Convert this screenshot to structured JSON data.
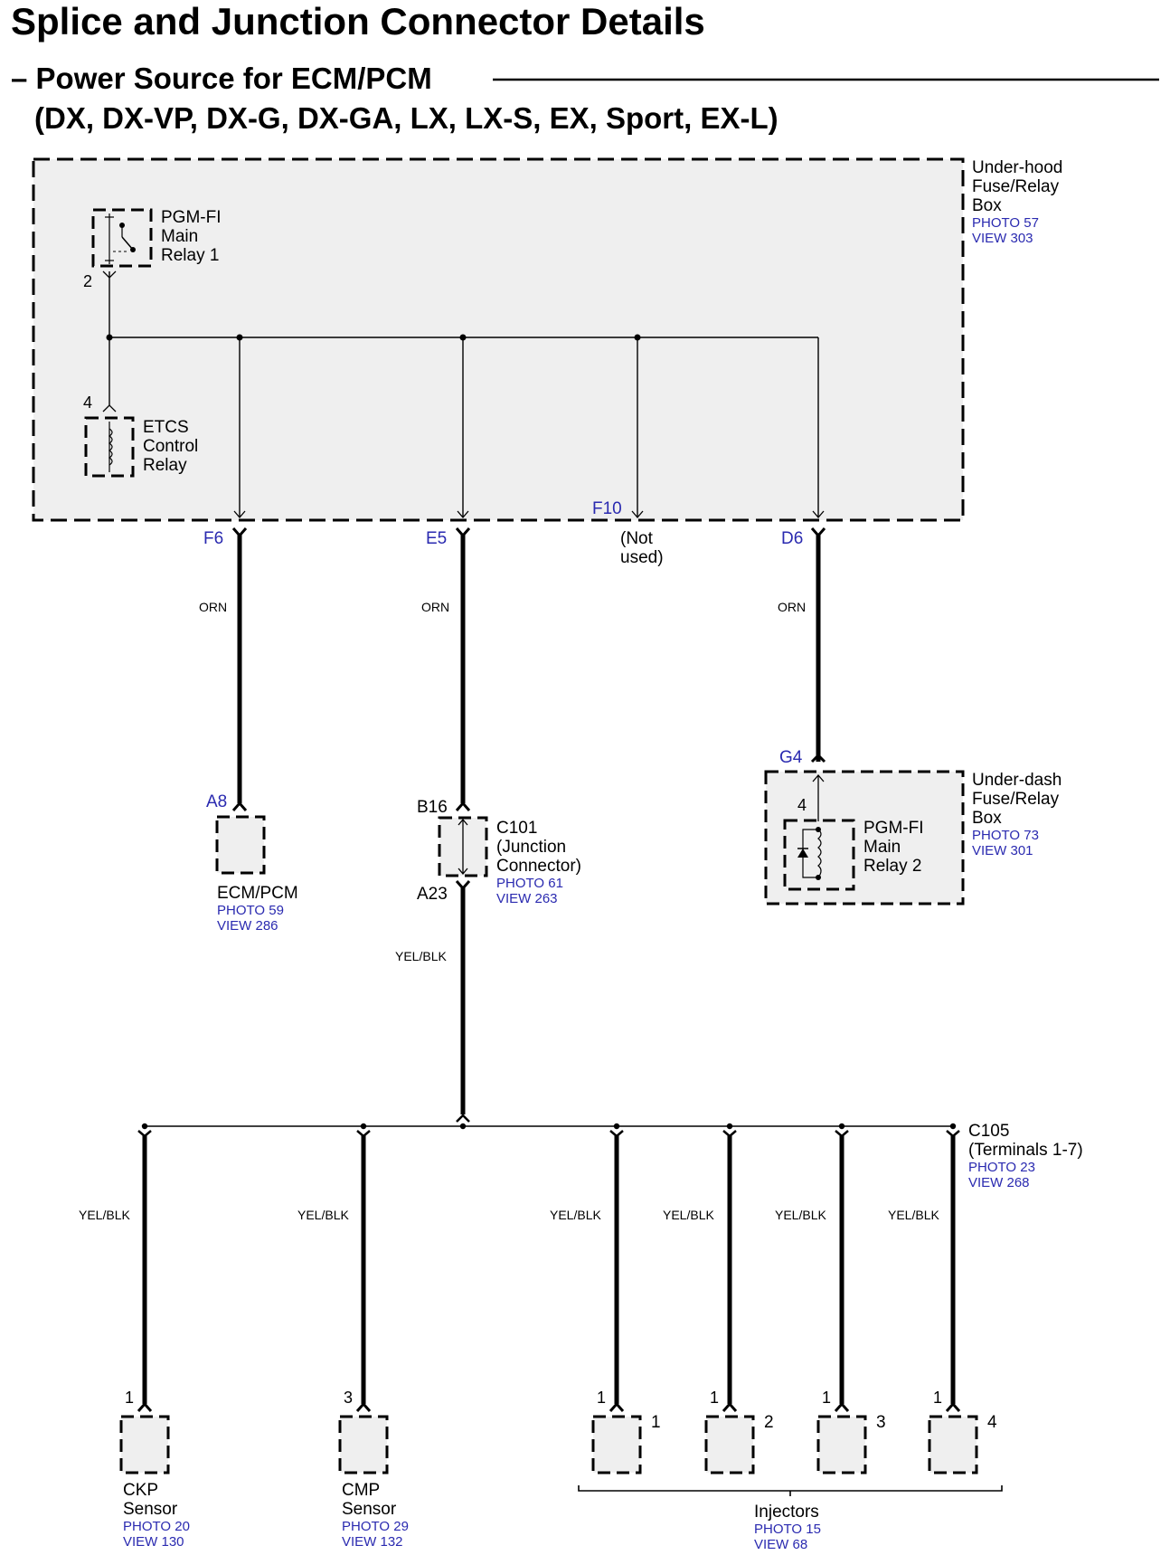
{
  "title": "Splice and Junction Connector Details",
  "subtitle1": "– Power Source for ECM/PCM",
  "subtitle2": "(DX, DX-VP, DX-G, DX-GA, LX, LX-S, EX, Sport, EX-L)",
  "underhood": {
    "l1": "Under-hood",
    "l2": "Fuse/Relay",
    "l3": "Box",
    "photo": "PHOTO 57",
    "view": "VIEW 303"
  },
  "relay1": {
    "l1": "PGM-FI",
    "l2": "Main",
    "l3": "Relay 1",
    "pin": "2"
  },
  "etcs": {
    "l1": "ETCS",
    "l2": "Control",
    "l3": "Relay",
    "pin": "4"
  },
  "connectors": {
    "f6": "F6",
    "e5": "E5",
    "f10": "F10",
    "d6": "D6",
    "a8": "A8",
    "b16": "B16",
    "a23": "A23",
    "g4": "G4"
  },
  "notused": {
    "l1": "(Not",
    "l2": "used)"
  },
  "wire": {
    "orn": "ORN",
    "yelblk": "YEL/BLK"
  },
  "ecm": {
    "name": "ECM/PCM",
    "photo": "PHOTO 59",
    "view": "VIEW 286"
  },
  "c101": {
    "l1": "C101",
    "l2": "(Junction",
    "l3": "Connector)",
    "photo": "PHOTO 61",
    "view": "VIEW 263"
  },
  "underdash": {
    "l1": "Under-dash",
    "l2": "Fuse/Relay",
    "l3": "Box",
    "photo": "PHOTO 73",
    "view": "VIEW 301"
  },
  "relay2": {
    "l1": "PGM-FI",
    "l2": "Main",
    "l3": "Relay 2",
    "pin": "4"
  },
  "c105": {
    "l1": "C105",
    "l2": "(Terminals 1-7)",
    "photo": "PHOTO 23",
    "view": "VIEW 268"
  },
  "ckp": {
    "l1": "CKP",
    "l2": "Sensor",
    "photo": "PHOTO 20",
    "view": "VIEW 130",
    "pin": "1"
  },
  "cmp": {
    "l1": "CMP",
    "l2": "Sensor",
    "photo": "PHOTO 29",
    "view": "VIEW 132",
    "pin": "3"
  },
  "injectors": {
    "name": "Injectors",
    "photo": "PHOTO 15",
    "view": "VIEW 68",
    "items": [
      {
        "pin": "1",
        "num": "1"
      },
      {
        "pin": "1",
        "num": "2"
      },
      {
        "pin": "1",
        "num": "3"
      },
      {
        "pin": "1",
        "num": "4"
      }
    ]
  },
  "colors": {
    "box_fill": "#efefef",
    "ref_blue": "#2a2ab0",
    "line": "#000000"
  }
}
